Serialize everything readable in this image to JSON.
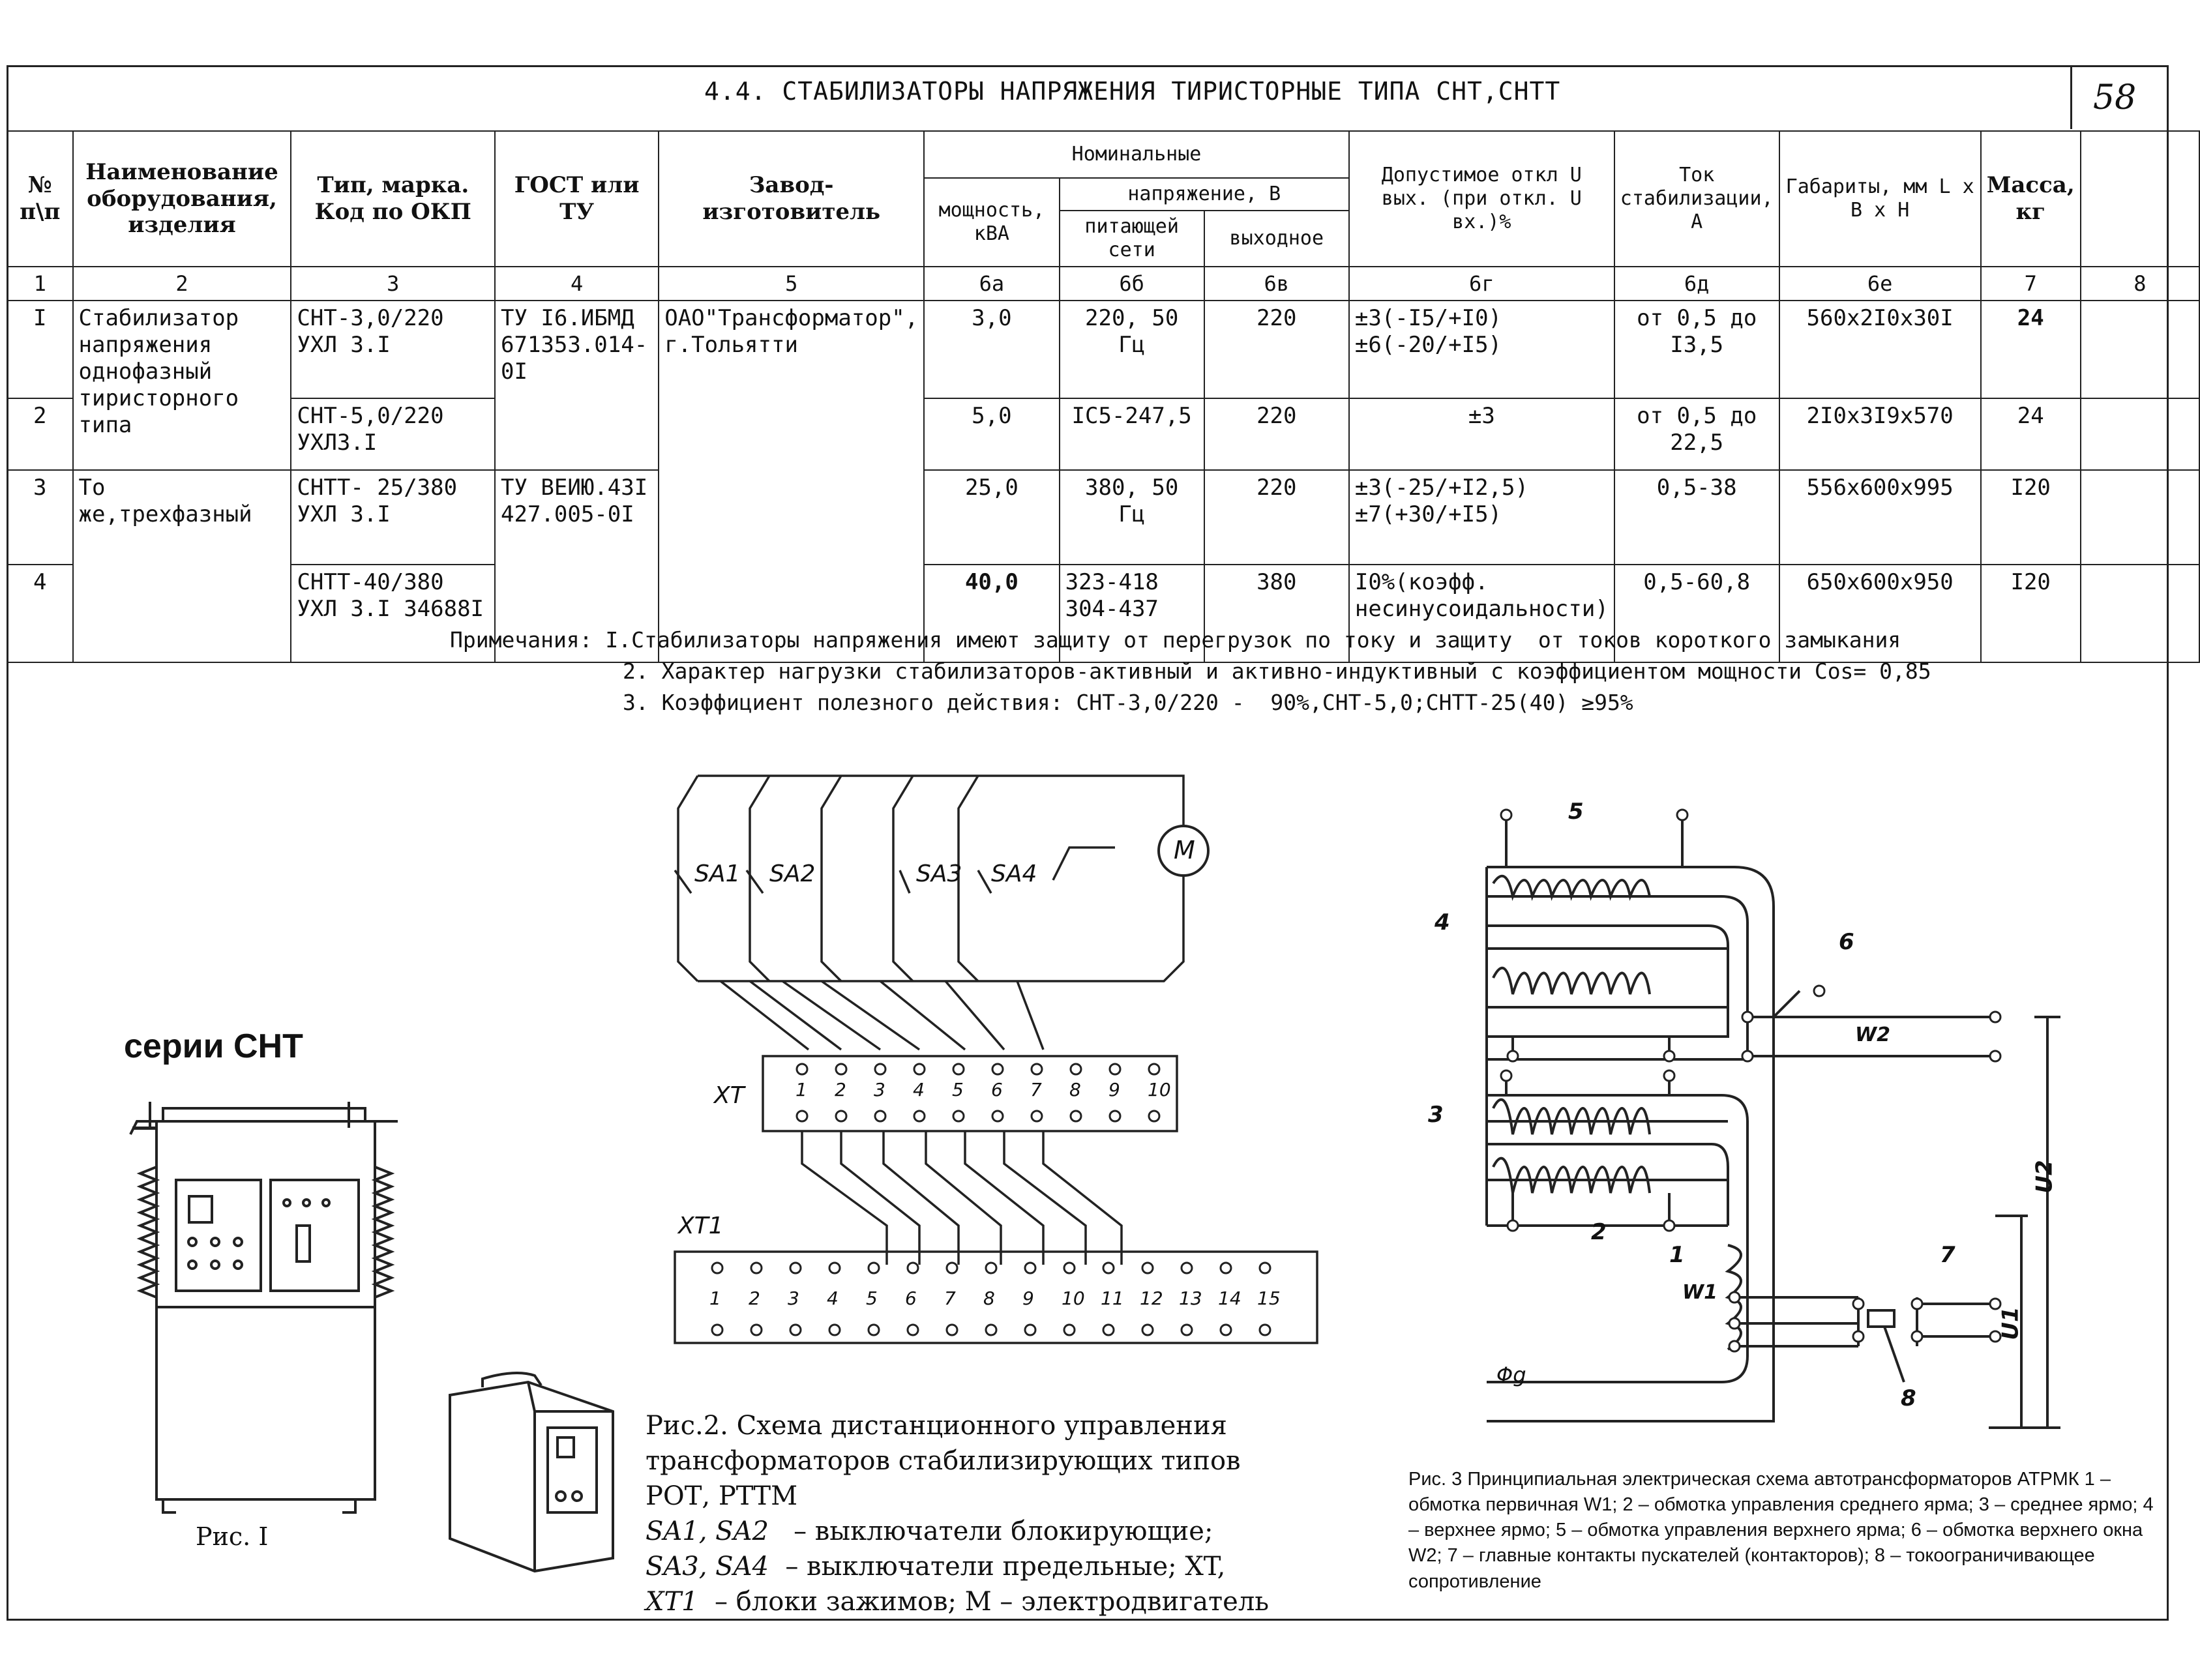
{
  "title": "4.4.  СТАБИЛИЗАТОРЫ НАПРЯЖЕНИЯ ТИРИСТОРНЫЕ ТИПА СНТ,СНТТ",
  "page_number": "58",
  "table": {
    "headers": {
      "no": "№ п\\п",
      "name": "Наименование оборудования, изделия",
      "type": "Тип, марка. Код по ОКП",
      "gost": "ГОСТ или ТУ",
      "maker": "Завод-изготовитель",
      "nominal": "Номинальные",
      "power": "мощность, кВА",
      "voltage": "напряжение, В",
      "supply": "питающей сети",
      "output": "выходное",
      "deviation": "Допустимое откл U вых. (при откл. U вх.)%",
      "current": "Ток стабилизации, А",
      "dims": "Габариты, мм L x B x H",
      "mass": "Масса, кг"
    },
    "col_numbers": [
      "1",
      "2",
      "3",
      "4",
      "5",
      "6а",
      "6б",
      "6в",
      "6г",
      "6д",
      "6е",
      "7",
      "8"
    ],
    "rows": [
      {
        "no": "I",
        "name": "Стабилизатор напряжения однофазный тиристорного типа",
        "type": "СНТ-3,0/220 УХЛ 3.I",
        "gost": "ТУ I6.ИБМД 671353.014-0I",
        "maker": "ОАО\"Трансформатор\", г.Тольятти",
        "power": "3,0",
        "supply": "220, 50 Гц",
        "output": "220",
        "deviation": "±3(-I5/+I0) ±6(-20/+I5)",
        "current": "от 0,5 до I3,5",
        "dims": "560x2I0x30I",
        "mass": "24"
      },
      {
        "no": "2",
        "name": "",
        "type": "СНТ-5,0/220 УХЛ3.I",
        "gost": "",
        "maker": "",
        "power": "5,0",
        "supply": "IС5-247,5",
        "output": "220",
        "deviation": "±3",
        "current": "от 0,5 до 22,5",
        "dims": "2I0x3I9x570",
        "mass": "24"
      },
      {
        "no": "3",
        "name": "То же,трехфазный",
        "type": "СНТТ- 25/380 УХЛ 3.I",
        "gost": "ТУ ВЕИЮ.43I 427.005-0I",
        "maker": "",
        "power": "25,0",
        "supply": "380, 50 Гц",
        "output": "220",
        "deviation": "±3(-25/+I2,5) ±7(+30/+I5)",
        "current": "0,5-38",
        "dims": "556x600x995",
        "mass": "I20"
      },
      {
        "no": "4",
        "name": "",
        "type": "СНТТ-40/380 УХЛ 3.I 34688I",
        "gost": "",
        "maker": "",
        "power": "40,0",
        "supply": "323-418 304-437",
        "output": "380",
        "deviation": "I0%(коэфф. несинусоидальности)",
        "current": "0,5-60,8",
        "dims": "650x600x950",
        "mass": "I20"
      }
    ]
  },
  "notes": [
    "Примечания: I.Стабилизаторы напряжения имеют защиту от перегрузок по току и защиту  от токов короткого замыкания",
    "2. Характер нагрузки стабилизаторов-активный и активно-индуктивный с коэффициентом мощности Cos= 0,85",
    "3. Коэффициент полезного действия: СНТ-3,0/220 -  90%,СНТ-5,0;СНТТ-25(40) ≥95%"
  ],
  "series_label": "серии СНТ",
  "fig1_caption": "Рис. I",
  "fig2": {
    "switches": [
      "SA1",
      "SA2",
      "SA3",
      "SA4"
    ],
    "motor": "M",
    "xt": "XT",
    "xt1": "XT1",
    "xt_terminals": [
      "1",
      "2",
      "3",
      "4",
      "5",
      "6",
      "7",
      "8",
      "9",
      "10"
    ],
    "xt1_terminals": [
      "1",
      "2",
      "3",
      "4",
      "5",
      "6",
      "7",
      "8",
      "9",
      "10",
      "11",
      "12",
      "13",
      "14",
      "15"
    ],
    "caption": [
      "Рис.2. Схема дистанционного управления",
      "трансформаторов стабилизирующих типов",
      "РОТ, РТТМ"
    ],
    "legend": [
      {
        "key": "SA1, SA2",
        "text": "– выключатели блокирующие;"
      },
      {
        "key": "SA3, SA4",
        "text": "– выключатели предельные;  XT,"
      },
      {
        "key": "XT1",
        "text": "– блоки зажимов;  M  – электродвигатель"
      }
    ]
  },
  "fig3": {
    "labels": [
      "5",
      "4",
      "3",
      "2",
      "1",
      "6",
      "7",
      "8",
      "W2",
      "W1",
      "U2",
      "U1",
      "Φg"
    ],
    "caption": "Рис. 3  Принципиальная электрическая схема автотрансформаторов  АТРМК 1 – обмотка первичная W1; 2 – обмотка управления среднего ярма; 3 – среднее ярмо; 4 – верхнее ярмо; 5 – обмотка управления верхнего ярма; 6 – обмотка верхнего окна W2; 7 – главные контакты пускателей (контакторов); 8 – токоограничивающее сопротивление"
  }
}
